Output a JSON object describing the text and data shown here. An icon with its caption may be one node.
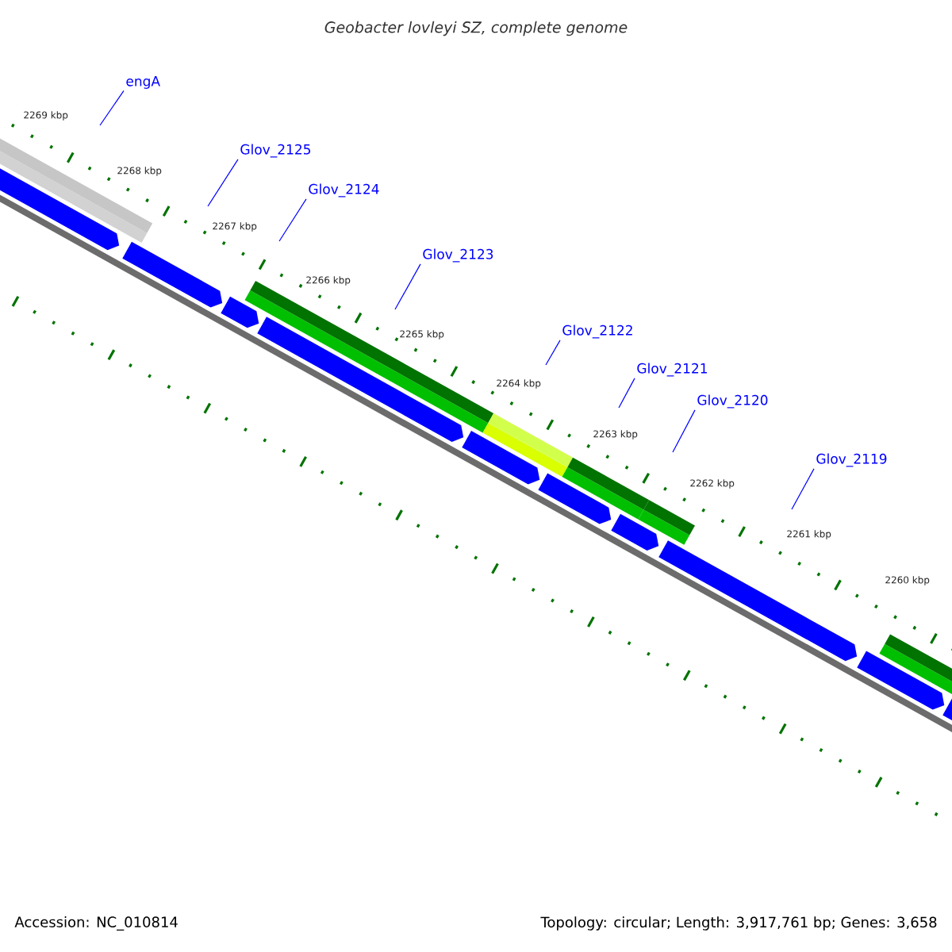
{
  "diagram": {
    "title": "Geobacter lovleyi SZ, complete genome",
    "nodes": [
      {
        "text": [
          "engA"
        ]
      },
      {
        "text": [
          "Glov_2125"
        ]
      },
      {
        "text": [
          "Glov_2124"
        ]
      },
      {
        "text": [
          "Glov_2123"
        ]
      },
      {
        "text": [
          "Glov_2122"
        ]
      },
      {
        "text": [
          "Glov_2121"
        ]
      },
      {
        "text": [
          "Glov_2120"
        ]
      },
      {
        "text": [
          "Glov_2119"
        ]
      }
    ],
    "edges": [
      {
        "from": 0,
        "to": null,
        "arrow": "none"
      },
      {
        "from": 1,
        "to": null,
        "arrow": "none"
      },
      {
        "from": 2,
        "to": null,
        "arrow": "none"
      },
      {
        "from": 3,
        "to": null,
        "arrow": "none"
      },
      {
        "from": 4,
        "to": null,
        "arrow": "none"
      },
      {
        "from": 5,
        "to": null,
        "arrow": "none"
      },
      {
        "from": 6,
        "to": null,
        "arrow": "none"
      },
      {
        "from": 7,
        "to": null,
        "arrow": "none"
      }
    ],
    "labels": [
      "2269 kbp",
      "2268 kbp",
      "2267 kbp",
      "2266 kbp",
      "2265 kbp",
      "2264 kbp",
      "2263 kbp",
      "2262 kbp",
      "2261 kbp",
      "2260 kbp",
      "Accession: NC_010814",
      "Topology: circular; Length: 3,917,761 bp; Genes: 3,658"
    ]
  }
}
